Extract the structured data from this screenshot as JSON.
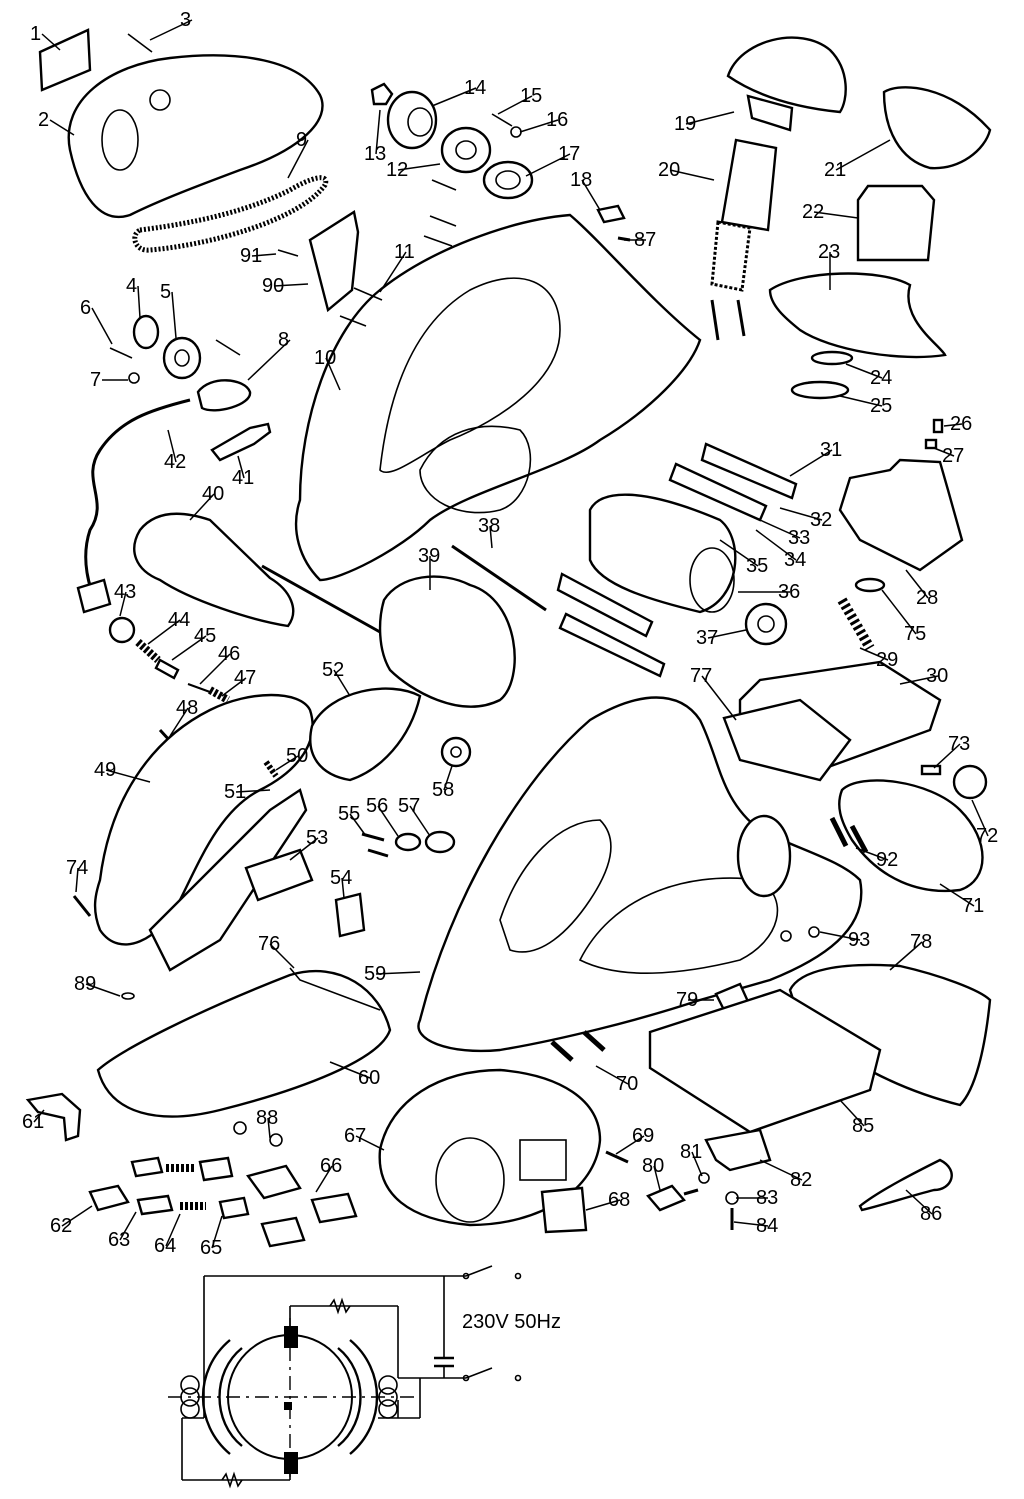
{
  "diagram": {
    "part_labels": [
      "1",
      "2",
      "3",
      "4",
      "5",
      "6",
      "7",
      "8",
      "9",
      "10",
      "11",
      "12",
      "13",
      "14",
      "15",
      "16",
      "17",
      "18",
      "19",
      "20",
      "21",
      "22",
      "23",
      "24",
      "25",
      "26",
      "27",
      "28",
      "29",
      "30",
      "31",
      "32",
      "33",
      "34",
      "35",
      "36",
      "37",
      "38",
      "39",
      "40",
      "41",
      "42",
      "43",
      "44",
      "45",
      "46",
      "47",
      "48",
      "49",
      "50",
      "51",
      "52",
      "53",
      "54",
      "55",
      "56",
      "57",
      "58",
      "59",
      "60",
      "61",
      "62",
      "63",
      "64",
      "65",
      "66",
      "67",
      "68",
      "69",
      "70",
      "71",
      "72",
      "73",
      "74",
      "75",
      "76",
      "77",
      "78",
      "79",
      "80",
      "81",
      "82",
      "83",
      "84",
      "85",
      "86",
      "87",
      "88",
      "89",
      "90",
      "91",
      "92",
      "93"
    ],
    "wiring": {
      "voltage_label": "230V 50Hz"
    }
  }
}
